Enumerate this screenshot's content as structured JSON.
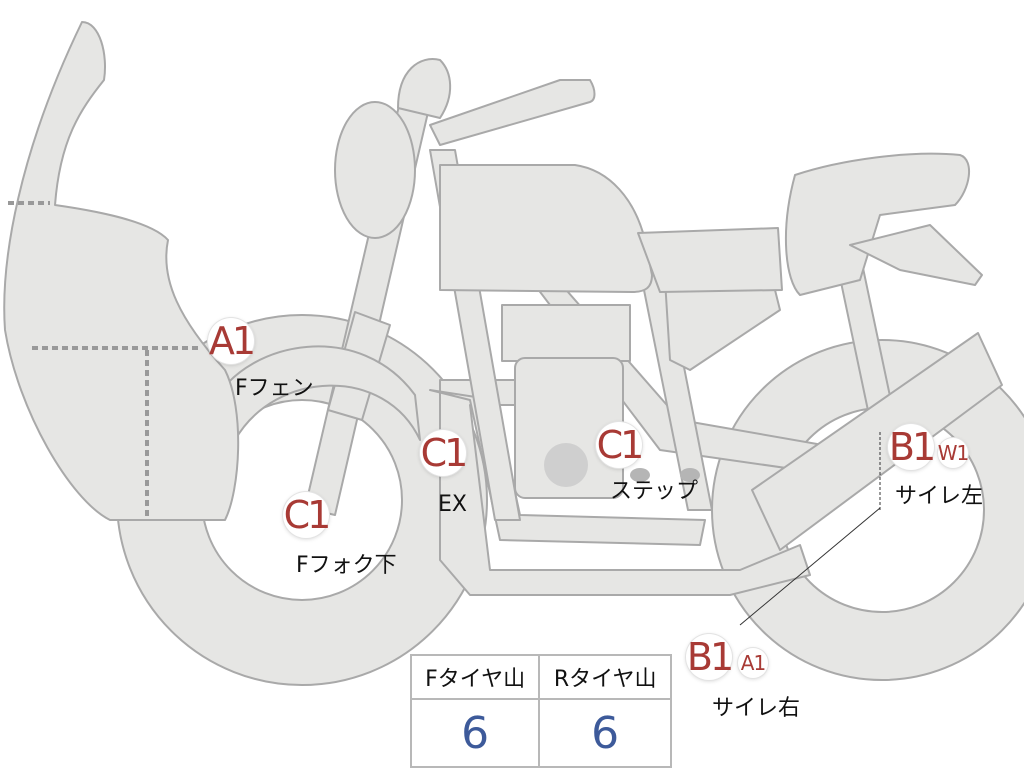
{
  "markers": {
    "front_fender": {
      "grade": "A1",
      "label": "Fフェン"
    },
    "front_fork": {
      "grade": "C1",
      "label": "Fフォク下"
    },
    "exhaust": {
      "grade": "C1",
      "label": "EX"
    },
    "step": {
      "grade": "C1",
      "label": "ステップ"
    },
    "silencer_left": {
      "grade": "B1",
      "extra": "W1",
      "label": "サイレ左"
    },
    "silencer_right": {
      "grade": "B1",
      "extra": "A1",
      "label": "サイレ右"
    }
  },
  "tire_table": {
    "headers": [
      "Fタイヤ山",
      "Rタイヤ山"
    ],
    "values": [
      "6",
      "6"
    ]
  },
  "colors": {
    "body": "#e6e6e4",
    "outline": "#a9a9a9",
    "grade": "#a83a35",
    "value": "#3d5a9a"
  }
}
